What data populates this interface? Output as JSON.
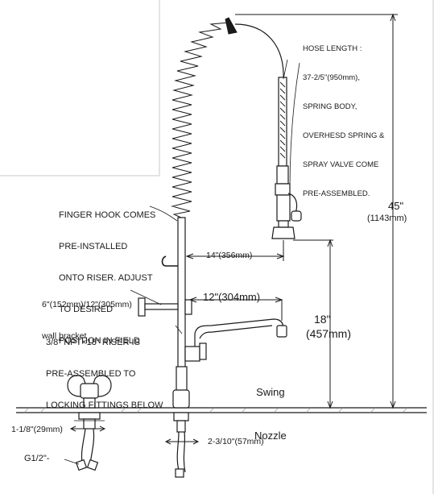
{
  "notes": {
    "hose_length": [
      "HOSE LENGTH :",
      "37-2/5\"(950mm),",
      "SPRING BODY,",
      "OVERHESD SPRING &",
      "SPRAY VALVE COME",
      "PRE-ASSEMBLED."
    ],
    "finger_hook": [
      "FINGER HOOK COMES",
      "PRE-INSTALLED",
      "ONTO RISER. ADJUST",
      "TO DESIRED",
      "POSITION IN FIELD"
    ],
    "wall_bracket": [
      "6\"(152mm)/12\"(305mm)",
      "wall bracket"
    ],
    "riser": [
      "3/8\" NPT×18\" RISER IS",
      "PRE-ASSEMBLED TO",
      "LOCKING FITTINGS BELOW"
    ],
    "swing_nozzle": [
      "Swing",
      "Nozzle"
    ]
  },
  "dimensions": {
    "overall_height": "45\"",
    "overall_height_mm": "(1143mm)",
    "spray_reach": "14\"(356mm)",
    "nozzle_length": "12\"(304mm)",
    "nozzle_height": "18\"",
    "nozzle_height_mm": "(457mm)",
    "supply_shank": "1-1/8\"(29mm)",
    "center_spacing": "2-3/10\"(57mm)",
    "inlet_thread": "G1/2\"-"
  },
  "colors": {
    "line": "#1a1a1a",
    "frame": "#c8c8c8",
    "counter": "#8a8a8a"
  }
}
